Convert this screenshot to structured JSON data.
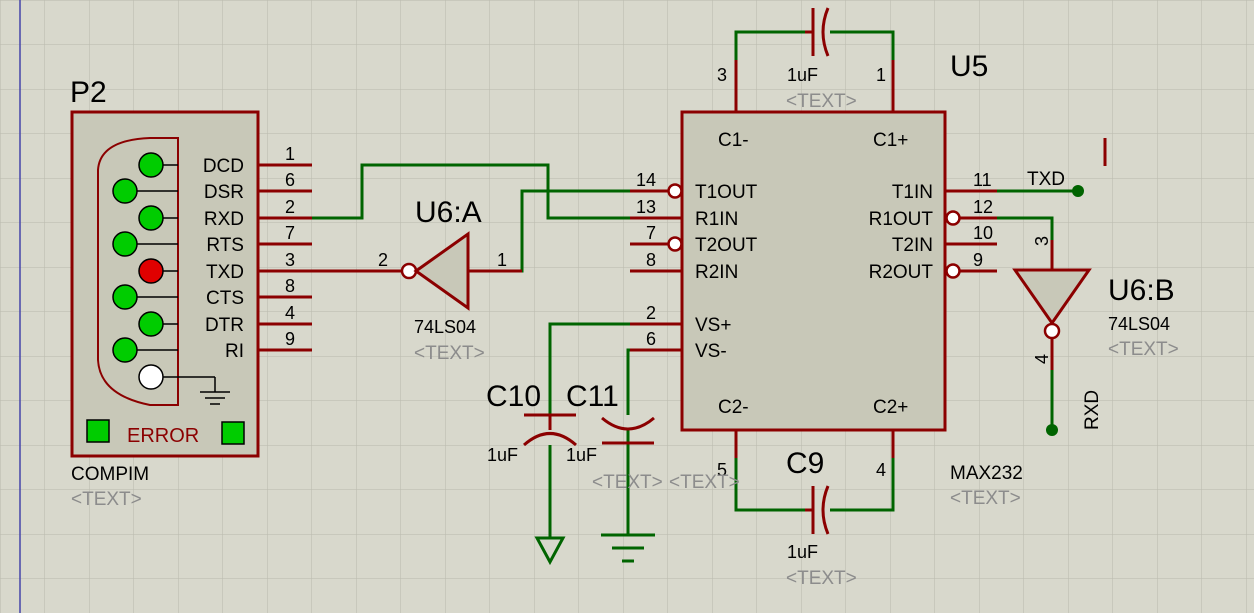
{
  "colors": {
    "background": "#d8d8cc",
    "grid": "#b9b9ad",
    "wire": "#006400",
    "pin": "#8b0000",
    "body": "#c8c8b8",
    "led_on": "#00cc00",
    "led_alarm": "#e00000"
  },
  "p2": {
    "ref": "P2",
    "part": "COMPIM",
    "text": "<TEXT>",
    "error_label": "ERROR",
    "pins": [
      {
        "name": "DCD",
        "num": "1"
      },
      {
        "name": "DSR",
        "num": "6"
      },
      {
        "name": "RXD",
        "num": "2"
      },
      {
        "name": "RTS",
        "num": "7"
      },
      {
        "name": "TXD",
        "num": "3"
      },
      {
        "name": "CTS",
        "num": "8"
      },
      {
        "name": "DTR",
        "num": "4"
      },
      {
        "name": "RI",
        "num": "9"
      }
    ]
  },
  "u6a": {
    "ref": "U6:A",
    "part": "74LS04",
    "text": "<TEXT>",
    "pin_in": "2",
    "pin_out": "1"
  },
  "u6b": {
    "ref": "U6:B",
    "part": "74LS04",
    "text": "<TEXT>",
    "pin_in": "3",
    "pin_out": "4"
  },
  "u5": {
    "ref": "U5",
    "part": "MAX232",
    "text": "<TEXT>",
    "left_pins": [
      {
        "name": "T1OUT",
        "num": "14"
      },
      {
        "name": "R1IN",
        "num": "13"
      },
      {
        "name": "T2OUT",
        "num": "7"
      },
      {
        "name": "R2IN",
        "num": "8"
      },
      {
        "name": "VS+",
        "num": "2"
      },
      {
        "name": "VS-",
        "num": "6"
      }
    ],
    "right_pins": [
      {
        "name": "T1IN",
        "num": "11"
      },
      {
        "name": "R1OUT",
        "num": "12"
      },
      {
        "name": "T2IN",
        "num": "10"
      },
      {
        "name": "R2OUT",
        "num": "9"
      }
    ],
    "top_pins": [
      {
        "name": "C1-",
        "num": "3"
      },
      {
        "name": "C1+",
        "num": "1"
      }
    ],
    "bottom_pins": [
      {
        "name": "C2-",
        "num": "5"
      },
      {
        "name": "C2+",
        "num": "4"
      }
    ]
  },
  "caps": {
    "c_top": {
      "value": "1uF",
      "text": "<TEXT>"
    },
    "c9": {
      "ref": "C9",
      "value": "1uF",
      "text": "<TEXT>"
    },
    "c10": {
      "ref": "C10",
      "value": "1uF",
      "text": "<TEXT>"
    },
    "c11": {
      "ref": "C11",
      "value": "1uF",
      "text": "<TEXT>"
    }
  },
  "net_labels": {
    "txd": "TXD",
    "rxd": "RXD"
  }
}
